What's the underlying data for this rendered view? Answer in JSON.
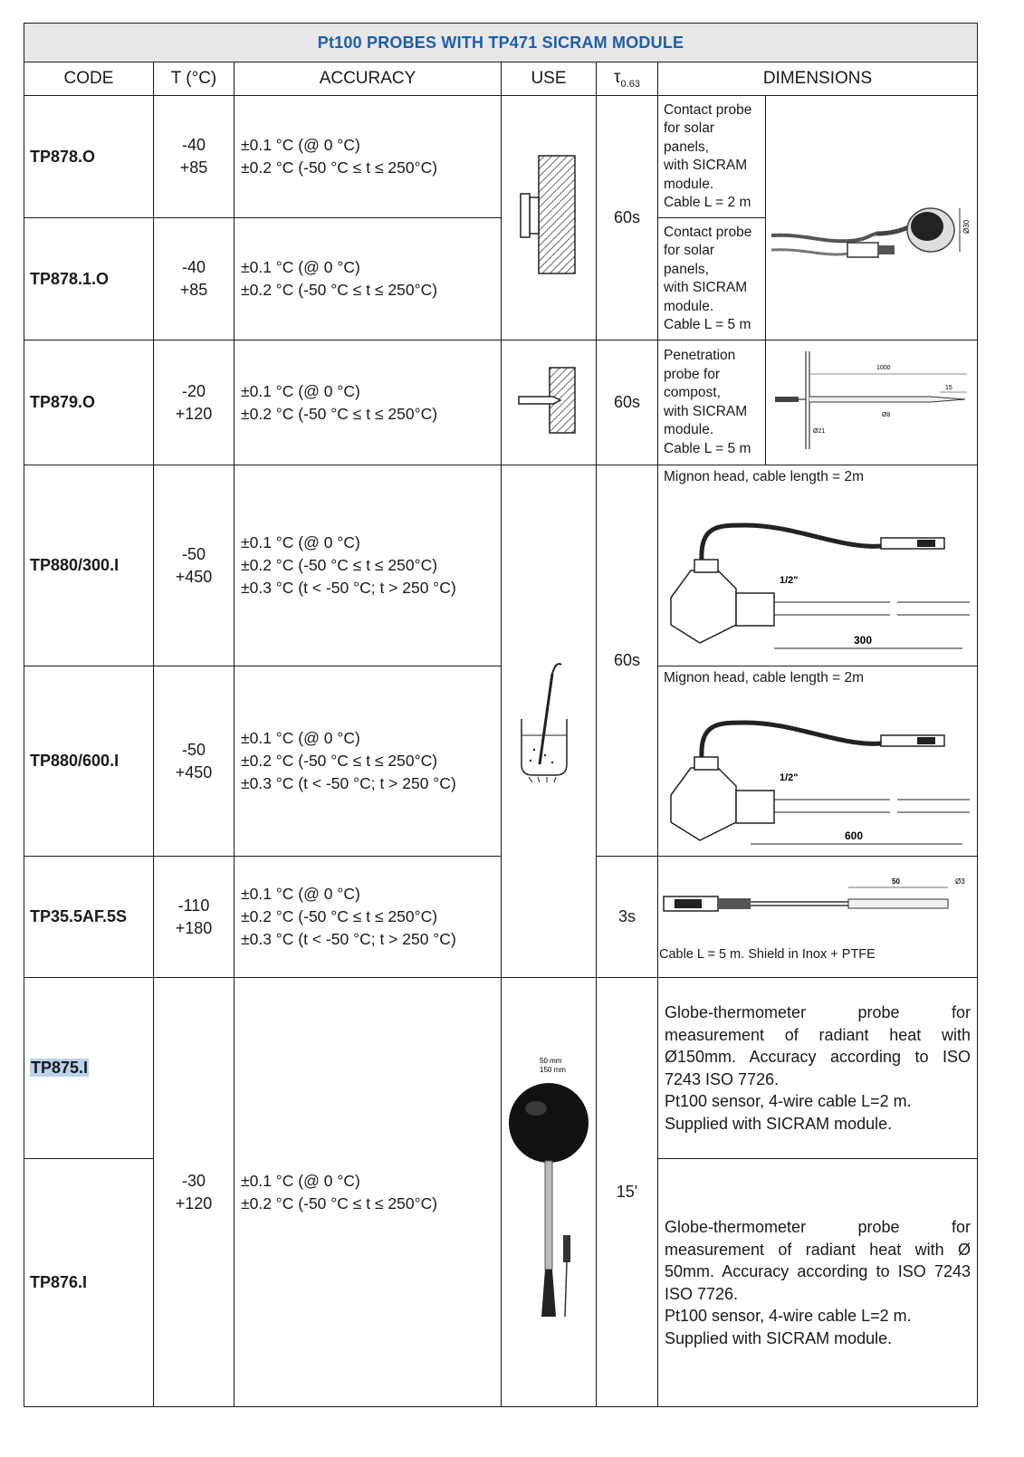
{
  "title": "Pt100 PROBES WITH TP471 SICRAM MODULE",
  "headers": {
    "code": "CODE",
    "temp": "T (°C)",
    "accuracy": "ACCURACY",
    "use": "USE",
    "tau_main": "τ",
    "tau_sub": "0.63",
    "dimensions": "DIMENSIONS"
  },
  "rows": [
    {
      "code": "TP878.O",
      "t_min": "-40",
      "t_max": "+85",
      "acc": [
        "±0.1 °C (@ 0 °C)",
        "±0.2 °C (-50 °C ≤ t ≤ 250°C)"
      ],
      "desc": [
        "Contact probe",
        "for solar panels,",
        "with SICRAM",
        "module.",
        "Cable L = 2 m"
      ]
    },
    {
      "code": "TP878.1.O",
      "t_min": "-40",
      "t_max": "+85",
      "acc": [
        "±0.1 °C (@ 0 °C)",
        "±0.2 °C (-50 °C ≤ t ≤ 250°C)"
      ],
      "desc": [
        "Contact probe",
        "for solar panels,",
        "with SICRAM",
        "module.",
        "Cable L = 5 m"
      ]
    },
    {
      "code": "TP879.O",
      "t_min": "-20",
      "t_max": "+120",
      "acc": [
        "±0.1 °C (@ 0 °C)",
        "±0.2 °C (-50 °C ≤ t ≤ 250°C)"
      ],
      "desc": [
        "Penetration",
        "probe for",
        "compost,",
        "with SICRAM",
        "module.",
        "Cable L = 5 m"
      ]
    },
    {
      "code": "TP880/300.I",
      "t_min": "-50",
      "t_max": "+450",
      "acc": [
        "±0.1 °C (@ 0 °C)",
        "±0.2 °C (-50 °C ≤ t ≤ 250°C)",
        "±0.3 °C (t < -50 °C; t > 250 °C)"
      ],
      "dim_caption": "Mignon head, cable length = 2m",
      "dim_length": "300"
    },
    {
      "code": "TP880/600.I",
      "t_min": "-50",
      "t_max": "+450",
      "acc": [
        "±0.1 °C (@ 0 °C)",
        "±0.2 °C (-50 °C ≤ t ≤ 250°C)",
        "±0.3 °C (t < -50 °C; t > 250 °C)"
      ],
      "dim_caption": "Mignon head, cable length = 2m",
      "dim_length": "600"
    },
    {
      "code": "TP35.5AF.5S",
      "t_min": "-110",
      "t_max": "+180",
      "acc": [
        "±0.1 °C (@ 0 °C)",
        "±0.2 °C (-50 °C ≤ t ≤ 250°C)",
        "±0.3 °C (t < -50 °C; t > 250 °C)"
      ],
      "dim_caption": "Cable L = 5 m. Shield in Inox + PTFE",
      "dim_length": "50",
      "dim_dia": "Ø3"
    },
    {
      "code": "TP875.I",
      "desc": "Globe-thermometer probe for measurement of radiant heat with Ø150mm. Accuracy according to ISO 7243 ISO 7726.",
      "desc2": [
        "Pt100 sensor, 4-wire cable L=2 m.",
        "Supplied with SICRAM module."
      ]
    },
    {
      "code": "TP876.I",
      "desc": "Globe-thermometer probe for measurement of radiant heat with Ø 50mm. Accuracy according to ISO 7243 ISO 7726.",
      "desc2": [
        "Pt100 sensor, 4-wire cable L=2 m.",
        "Supplied with SICRAM module."
      ]
    }
  ],
  "shared": {
    "tau_solar": "60s",
    "tau_compost": "60s",
    "tau_immersion": "60s",
    "tau_tp35": "3s",
    "tau_globe": "15'",
    "globe_t_min": "-30",
    "globe_t_max": "+120",
    "globe_acc": [
      "±0.1 °C (@ 0 °C)",
      "±0.2 °C (-50 °C ≤ t ≤ 250°C)"
    ],
    "globe_sizes": [
      "50 mm",
      "150 mm"
    ]
  },
  "drawing_labels": {
    "solar_dia": "Ø30",
    "compost_len": "1000",
    "compost_tip": "15",
    "compost_d1": "Ø8",
    "compost_d2": "Ø21",
    "thread": "1/2\""
  },
  "colors": {
    "title": "#1f5fa8",
    "title_bg": "#e7e7e7",
    "highlight": "#b9d3ea"
  }
}
